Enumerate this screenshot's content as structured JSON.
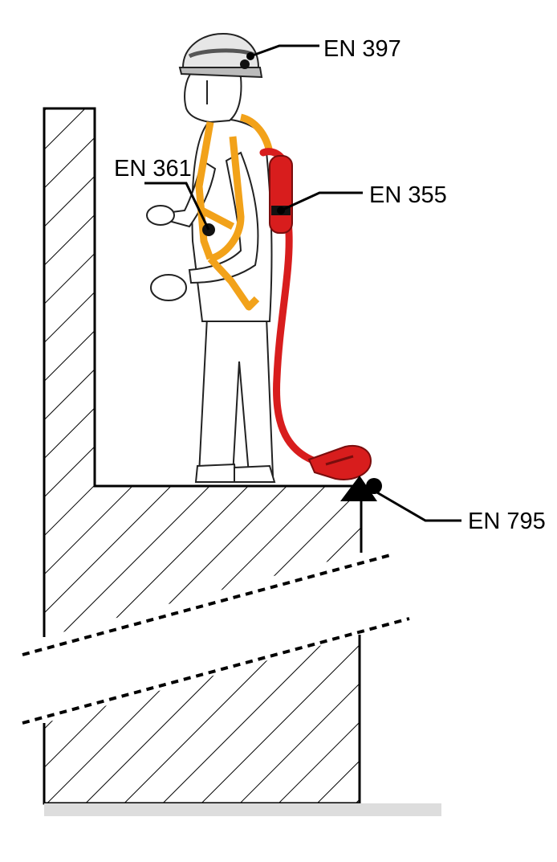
{
  "labels": {
    "helmet": "EN 397",
    "connector": "EN 361",
    "lanyard": "EN 355",
    "anchor": "EN 795"
  },
  "colors": {
    "harness": "#f2a21a",
    "lanyard": "#d81d1d",
    "ink": "#000000",
    "floor": "#dddddd"
  },
  "icons": {
    "helmet": "safety-helmet-icon",
    "anchor": "anchor-device-icon"
  }
}
